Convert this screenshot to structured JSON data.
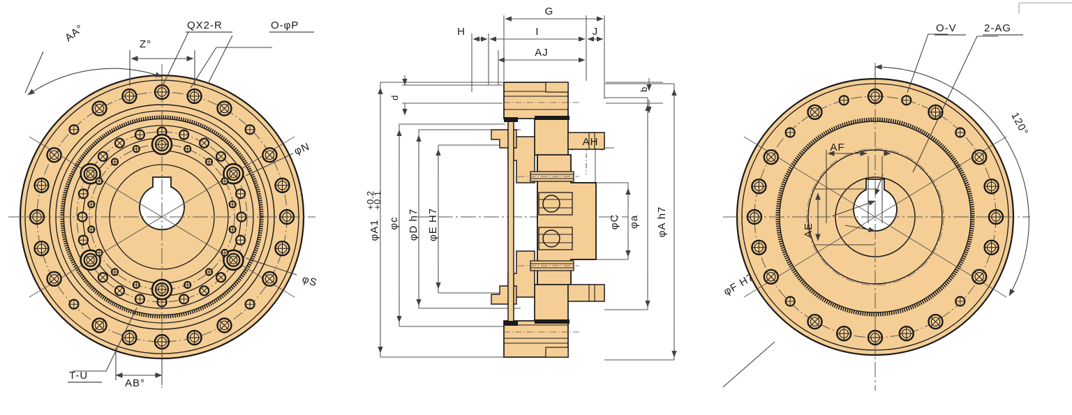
{
  "drawing": {
    "type": "engineering-drawing",
    "title": "Rotary actuator / speed reducer assembly drawing",
    "views": [
      "left-front-face-view",
      "center-cross-section-view",
      "right-rear-face-view"
    ],
    "fill_color": "#F5CE95",
    "line_color": "#1a1a1a",
    "background": "#ffffff"
  },
  "left_view": {
    "name": "front-face-view",
    "labels": {
      "aa_angle": "AA°",
      "z_angle": "Z°",
      "qx2r": "QX2-R",
      "o_phi_p": "O-φP",
      "phi_n": "φN",
      "phi_s": "φS",
      "t_u": "T-U",
      "ab_angle": "AB°"
    }
  },
  "center_view": {
    "name": "cross-section-view",
    "horizontal_dims": {
      "g": "G",
      "h": "H",
      "i": "I",
      "j": "J",
      "aj": "AJ",
      "ah": "AH",
      "b": "b",
      "d": "d"
    },
    "vertical_dims": {
      "phi_a1": "φA1",
      "phi_a1_tol_upper": "+0.2",
      "phi_a1_tol_lower": "+0.1",
      "phi_c_small": "φc",
      "phi_d_h7": "φD h7",
      "phi_e_h7": "φE H7",
      "phi_c_cap": "φC",
      "phi_a_small": "φa",
      "phi_a_h7": "φA h7"
    }
  },
  "right_view": {
    "name": "rear-face-view",
    "labels": {
      "o_v": "O-V",
      "two_ag": "2-AG",
      "angle_120": "120°",
      "af": "AF",
      "ae": "AE",
      "phi_f_h7": "φF H7"
    }
  }
}
